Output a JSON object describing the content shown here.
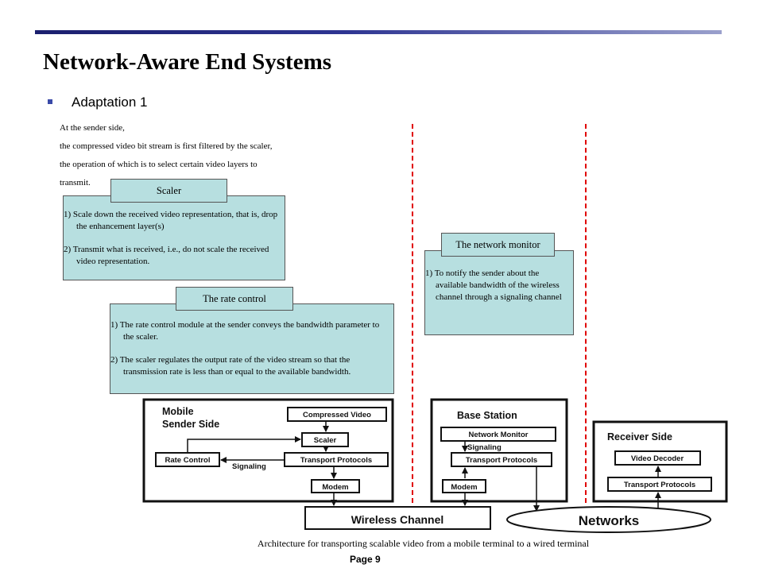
{
  "slide": {
    "title": "Network-Aware End Systems",
    "bullet": "Adaptation 1",
    "intro_lines": [
      "At the sender side,",
      "the compressed video bit stream is  first filtered by the scaler,",
      "the operation of which is to select certain video layers to",
      "transmit."
    ],
    "page_number": "Page 9"
  },
  "scaler": {
    "label": "Scaler",
    "item1": "1)  Scale down the received video representation, that is, drop the enhancement layer(s)",
    "item2": "2) Transmit what is received, i.e.,  do not scale the received video representation."
  },
  "rate_control": {
    "label": "The rate control",
    "item1": "1) The rate control module at the sender conveys  the bandwidth parameter  to the scaler.",
    "item2": "2) The scaler regulates the output rate of the video stream so that the transmission rate is  less than or equal to the available bandwidth."
  },
  "network_monitor": {
    "label": "The network monitor",
    "item1": "1) To notify the sender about the available bandwidth of the wireless  channel through a signaling  channel"
  },
  "diagram": {
    "sender_title_1": "Mobile",
    "sender_title_2": "Sender Side",
    "compressed_video": "Compressed Video",
    "scaler": "Scaler",
    "rate_control": "Rate Control",
    "signaling": "Signaling",
    "transport_protocols": "Transport Protocols",
    "modem": "Modem",
    "base_station": "Base Station",
    "network_monitor": "Network Monitor",
    "receiver_side": "Receiver Side",
    "video_decoder": "Video Decoder",
    "wireless_channel": "Wireless Channel",
    "networks": "Networks",
    "caption": "Architecture for transporting scalable video from a mobile terminal to a wired terminal"
  },
  "colors": {
    "box_fill": "#b7dfe0",
    "divider": "#e00000",
    "title_bar": "#2e3592"
  }
}
